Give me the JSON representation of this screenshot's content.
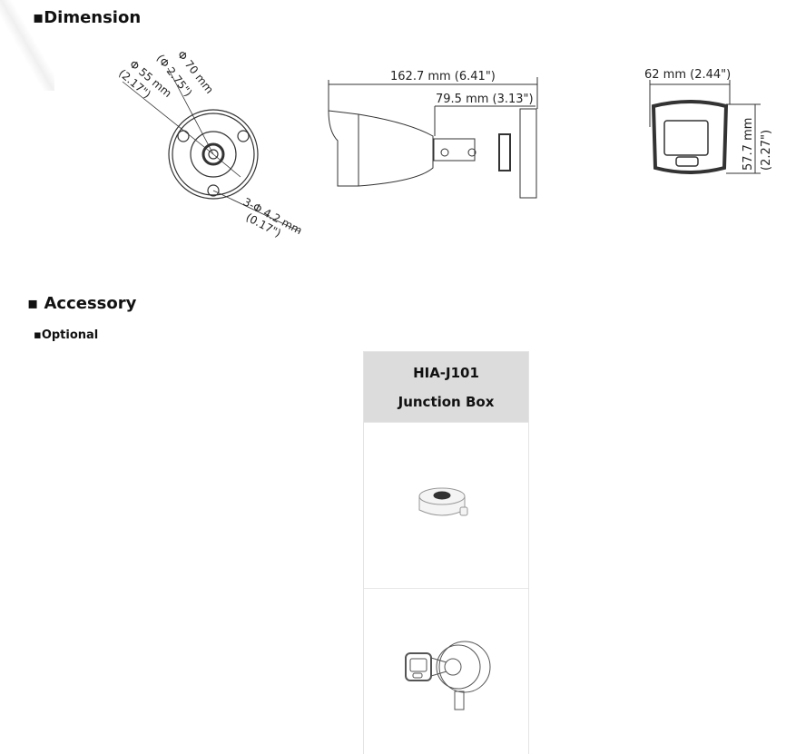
{
  "dimension": {
    "heading": "Dimension",
    "front_view": {
      "outer_dia": "Φ 70 mm",
      "outer_dia_in": "(Φ 2.75\")",
      "inner_dia": "Φ 55 mm",
      "inner_dia_in": "(2.17\")",
      "hole_dia": "3-Φ 4.2 mm",
      "hole_dia_in": "(0.17\")"
    },
    "side_view": {
      "total_length": "162.7 mm (6.41\")",
      "bracket_length": "79.5 mm (3.13\")"
    },
    "lens_view": {
      "width": "62 mm (2.44\")",
      "height": "57.7 mm",
      "height_in": "(2.27\")"
    }
  },
  "accessory": {
    "heading": "Accessory",
    "subheading": "Optional",
    "items": [
      {
        "model": "HIA-J101",
        "name": "Junction Box"
      }
    ]
  }
}
